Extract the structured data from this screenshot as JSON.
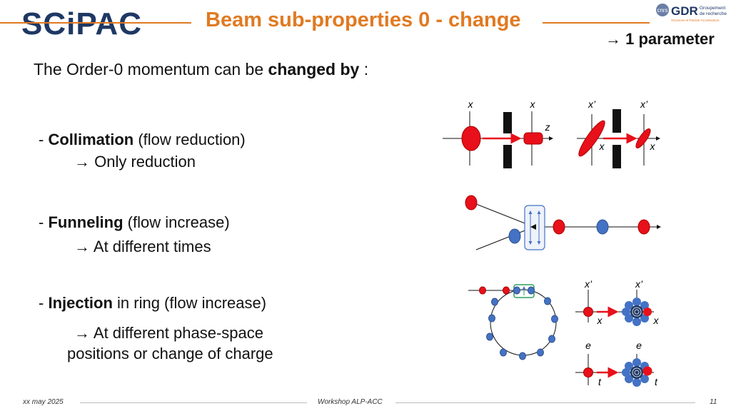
{
  "header": {
    "title": "Beam sub-properties 0 - change",
    "logo_text": "SCiPAC",
    "gdr_logo": {
      "cnrs": "cnrs",
      "gdr": "GDR",
      "line1": "Groupement",
      "line2": "de recherche",
      "line3": "SCiences et Particle ACcelerators"
    },
    "param_label": "→ 1 parameter"
  },
  "intro": {
    "text_before": "The Order-0 momentum can be ",
    "bold": "changed by",
    "text_after": " :"
  },
  "items": [
    {
      "bullet": "- ",
      "bold": "Collimation",
      "rest": " (flow reduction)",
      "sub": [
        "→ Only reduction"
      ]
    },
    {
      "bullet": "- ",
      "bold": "Funneling",
      "rest": " (flow increase)",
      "sub": [
        "→ At different times"
      ]
    },
    {
      "bullet": "- ",
      "bold": "Injection",
      "rest": " in ring (flow increase)",
      "sub": [
        "→ At different phase-space",
        "positions or change of charge"
      ]
    }
  ],
  "diagram_labels": {
    "x": "x",
    "xp": "x’",
    "z": "z",
    "e": "e",
    "t": "t"
  },
  "colors": {
    "accent": "#e07a22",
    "red": "#e8101a",
    "blue": "#4472c4",
    "navy": "#1f3864"
  },
  "footer": {
    "date": "xx may 2025",
    "event": "Workshop ALP-ACC",
    "page": "11"
  }
}
